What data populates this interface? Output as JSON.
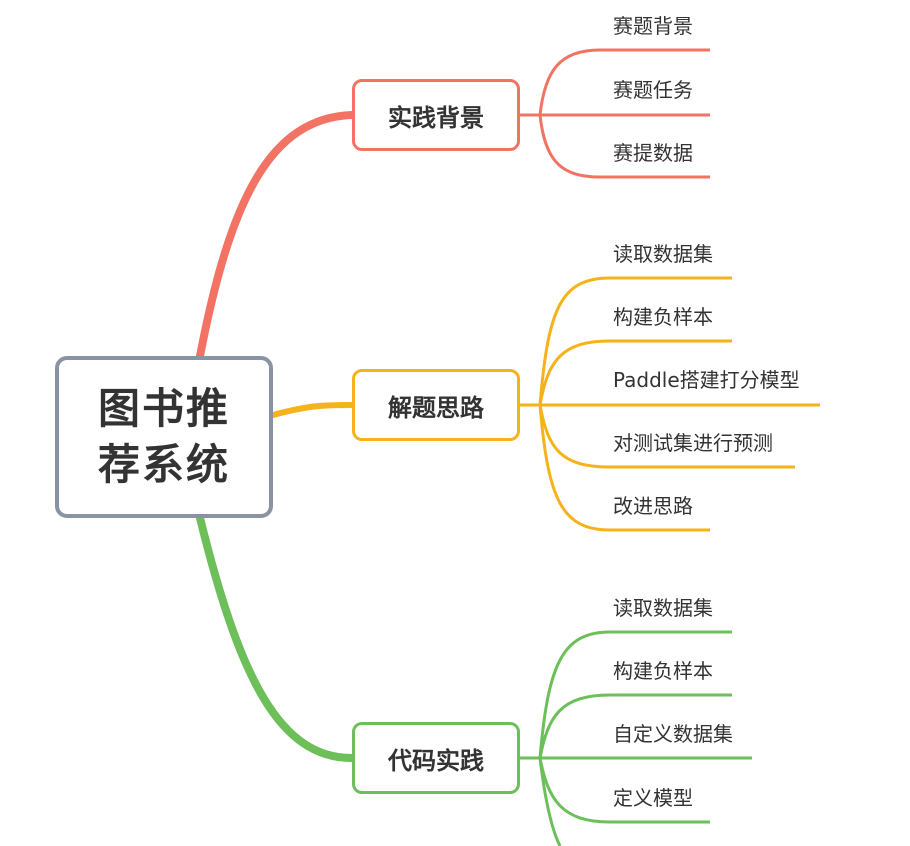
{
  "root": {
    "label": "图书推荐系统",
    "color": "#8a93a3"
  },
  "branches": [
    {
      "label": "实践背景",
      "color": "#f27364",
      "leaves": [
        "赛题背景",
        "赛题任务",
        "赛提数据"
      ]
    },
    {
      "label": "解题思路",
      "color": "#f6b21a",
      "leaves": [
        "读取数据集",
        "构建负样本",
        "Paddle搭建打分模型",
        "对测试集进行预测",
        "改进思路"
      ]
    },
    {
      "label": "代码实践",
      "color": "#6cbf59",
      "leaves": [
        "读取数据集",
        "构建负样本",
        "自定义数据集",
        "定义模型"
      ]
    }
  ]
}
